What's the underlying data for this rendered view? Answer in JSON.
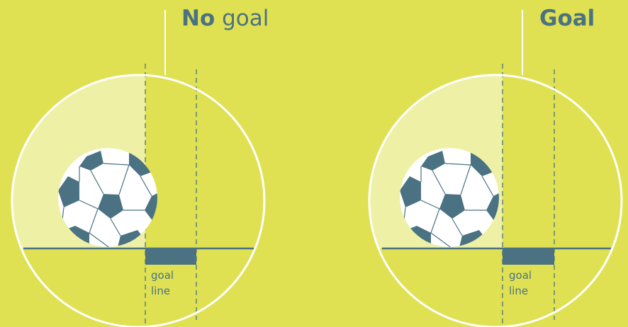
{
  "panels": [
    {
      "title_bold": "No",
      "title_rest": " goal",
      "goal_line_label": [
        "goal",
        "line"
      ]
    },
    {
      "title_bold": "Goal",
      "title_rest": "",
      "goal_line_label": [
        "goal",
        "line"
      ]
    }
  ],
  "colors": {
    "background": "#dfe152",
    "accent": "#4a7282",
    "shade": "#eef0a6",
    "circle": "#ffffff"
  },
  "icons": {
    "ball": "soccer-ball-icon"
  }
}
